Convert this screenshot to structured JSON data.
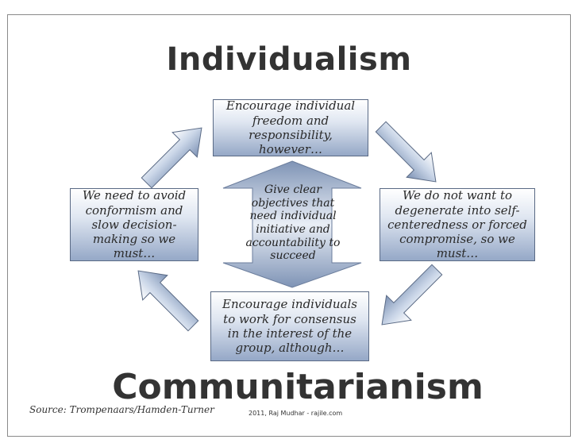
{
  "diagram": {
    "title_top": "Individualism",
    "title_bottom": "Communitarianism",
    "boxes": {
      "top": "Encourage individual freedom and responsibility, however…",
      "left": "We need to avoid conformism and slow decision-making so we must…",
      "right": "We do not want to degenerate into self-centeredness or forced compromise, so we must…",
      "bottom": "Encourage individuals to work for consensus in the interest of the group, although…"
    },
    "center": "Give clear objectives that need individual initiative and accountability to succeed",
    "source": "Source: Trompenaars/Hamden-Turner",
    "copyright": "2011, Raj Mudhar - rajile.com",
    "colors": {
      "box_gradient_top": "#ffffff",
      "box_gradient_bottom": "#95a8c7",
      "arrow_fill": "#9fb1cc",
      "border": "#5a6a85"
    },
    "icons": [
      "arrow-up-right-icon",
      "arrow-down-right-icon",
      "arrow-down-left-icon",
      "arrow-up-left-icon",
      "double-arrow-vertical-icon"
    ]
  }
}
